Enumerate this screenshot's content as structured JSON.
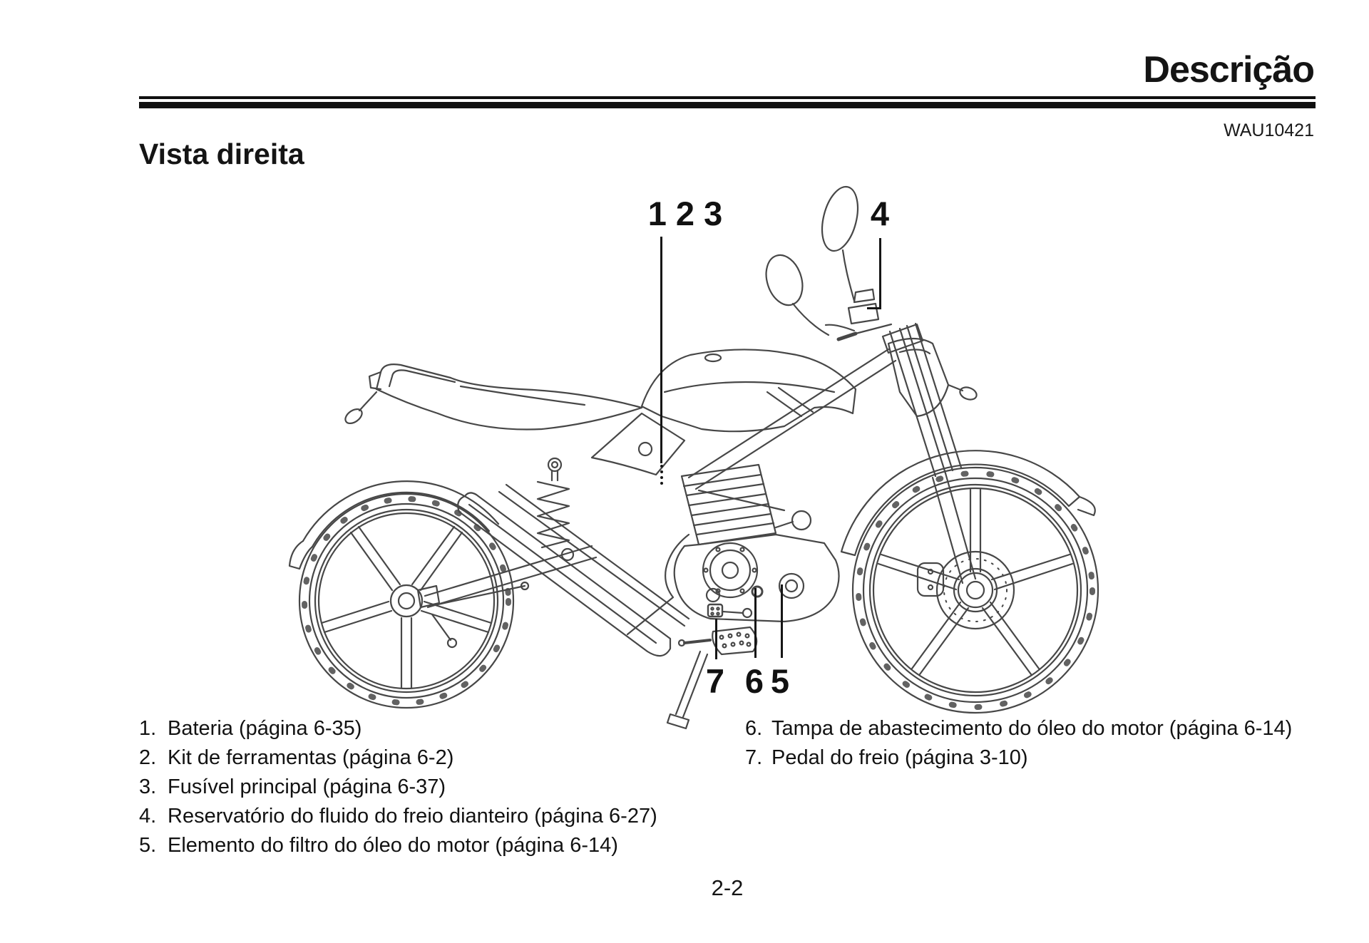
{
  "header": {
    "title": "Descrição",
    "code": "WAU10421"
  },
  "section_title": "Vista direita",
  "figure": {
    "callouts": {
      "top_group": "1 2 3",
      "top_right": "4",
      "bottom_left": "7",
      "bottom_mid": "6",
      "bottom_right": "5"
    }
  },
  "legend": {
    "left": [
      {
        "num": "1.",
        "text": "Bateria (página 6-35)"
      },
      {
        "num": "2.",
        "text": "Kit de ferramentas (página 6-2)"
      },
      {
        "num": "3.",
        "text": "Fusível principal (página 6-37)"
      },
      {
        "num": "4.",
        "text": "Reservatório do fluido do freio dianteiro (página 6-27)"
      },
      {
        "num": "5.",
        "text": "Elemento do filtro do óleo do motor (página 6-14)"
      }
    ],
    "right": [
      {
        "num": "6.",
        "text": "Tampa de abastecimento do óleo do motor (página 6-14)"
      },
      {
        "num": "7.",
        "text": "Pedal do freio (página 3-10)"
      }
    ]
  },
  "footer": {
    "page": "2-2"
  },
  "colors": {
    "ink": "#141414",
    "line_art": "#474747"
  }
}
